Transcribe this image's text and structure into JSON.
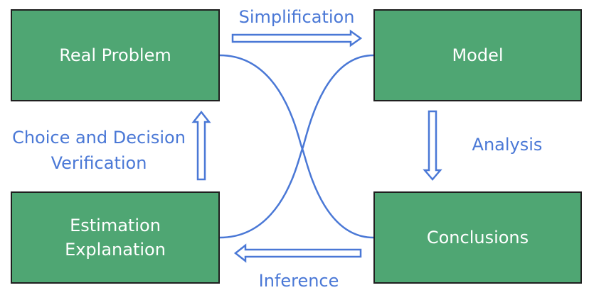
{
  "boxes": {
    "real_problem": "Real Problem",
    "model": "Model",
    "estimation": "Estimation",
    "explanation": "Explanation",
    "conclusions": "Conclusions"
  },
  "labels": {
    "simplification": "Simplification",
    "analysis": "Analysis",
    "inference": "Inference",
    "choice_line1": "Choice and Decision",
    "choice_line2": "Verification"
  },
  "colors": {
    "box_fill": "#4fa673",
    "box_border": "#1f1f1f",
    "accent_blue": "#4a78d6"
  }
}
